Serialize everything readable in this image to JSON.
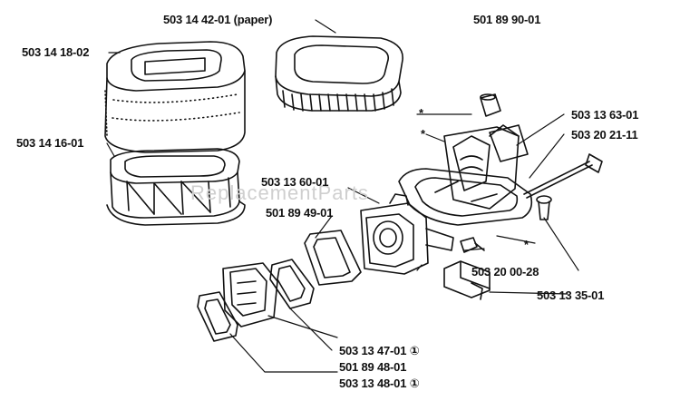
{
  "assembly_number": "501 89 90-01",
  "watermark": "ReplacementParts",
  "parts": [
    {
      "id": "p1",
      "number": "503 14 42-01 (paper)"
    },
    {
      "id": "p2",
      "number": "503 14 18-02"
    },
    {
      "id": "p3",
      "number": "503 14 16-01"
    },
    {
      "id": "p4",
      "number": "503 13 63-01"
    },
    {
      "id": "p5",
      "number": "503 20 21-11"
    },
    {
      "id": "p6",
      "number": "503 13 60-01"
    },
    {
      "id": "p7",
      "number": "501 89 49-01"
    },
    {
      "id": "p8",
      "number": "503 20 00-28"
    },
    {
      "id": "p9",
      "number": "503 13 35-01"
    },
    {
      "id": "p10",
      "number": "503 13 47-01 ①"
    },
    {
      "id": "p11",
      "number": "501 89 48-01"
    },
    {
      "id": "p12",
      "number": "503 13 48-01 ①"
    }
  ],
  "asterisk": "*"
}
